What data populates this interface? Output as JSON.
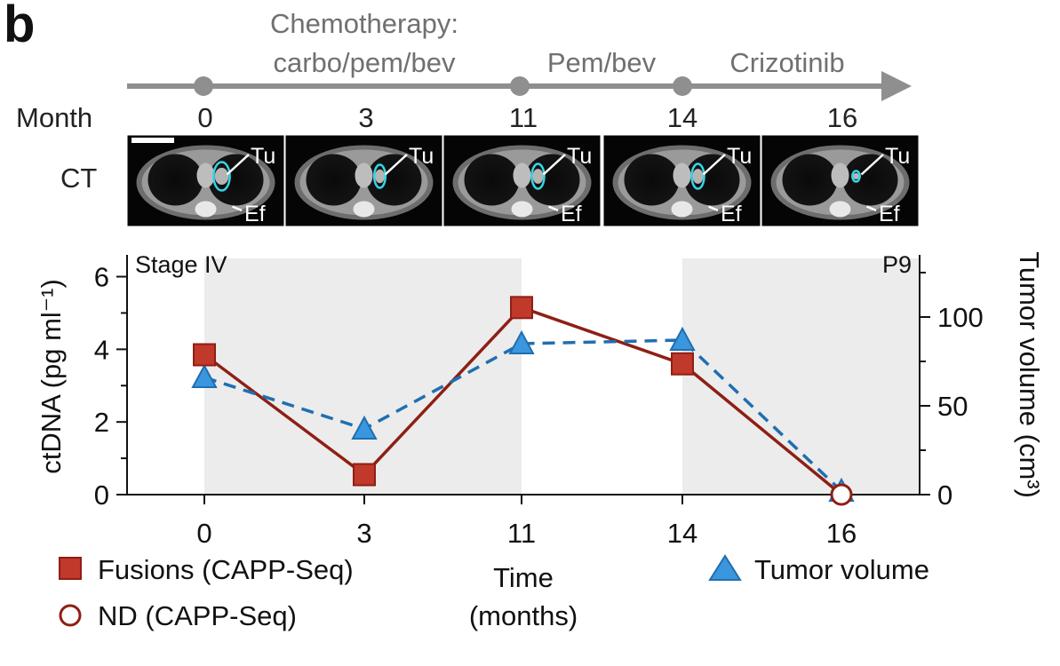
{
  "panel_label": "b",
  "timeline": {
    "therapies": [
      {
        "line1": "Chemotherapy:",
        "line2": "carbo/pem/bev"
      },
      {
        "line1": "Pem/bev"
      },
      {
        "line1": "Crizotinib"
      }
    ],
    "month_label": "Month",
    "months": [
      "0",
      "3",
      "11",
      "14",
      "16"
    ]
  },
  "ct": {
    "row_label": "CT",
    "tumor_label": "Tu",
    "effusion_label": "Ef"
  },
  "colors": {
    "fusions": "#c0392b",
    "fusions_dark": "#8e1f15",
    "tumor": "#1f6fb0",
    "triangle_fill": "#3a96dd",
    "shade": "#ececec",
    "timeline_gray": "#8f8f8f",
    "ct_circle": "#35d6e6"
  },
  "chart_data": {
    "type": "line",
    "title": "",
    "stage_label": "Stage IV",
    "patient_label": "P9",
    "x_tick_labels": [
      "0",
      "3",
      "11",
      "14",
      "16"
    ],
    "xlabel_line1": "Time",
    "xlabel_line2": "(months)",
    "ylabel": "ctDNA (pg ml⁻¹)",
    "y2label": "Tumor volume (cm³)",
    "ylim": [
      0,
      6.6
    ],
    "y_ticks": [
      0,
      2,
      4,
      6
    ],
    "y2lim": [
      0,
      135
    ],
    "y2_ticks": [
      0,
      50,
      100
    ],
    "shaded_intervals": [
      [
        "0",
        "11"
      ],
      [
        "14",
        "16"
      ]
    ],
    "series": [
      {
        "name": "Fusions (CAPP-Seq)",
        "axis": "left",
        "style": "solid",
        "x": [
          "0",
          "3",
          "11",
          "14",
          "16"
        ],
        "values": [
          3.85,
          0.55,
          5.15,
          3.6,
          0.0
        ],
        "markers": [
          "square",
          "square",
          "square",
          "square",
          "open-circle"
        ]
      },
      {
        "name": "Tumor volume",
        "axis": "right",
        "style": "dashed",
        "x": [
          "0",
          "3",
          "11",
          "14",
          "16"
        ],
        "values": [
          66,
          37,
          85,
          87,
          2
        ],
        "markers": [
          "triangle",
          "triangle",
          "triangle",
          "triangle",
          "triangle"
        ]
      }
    ],
    "legend": [
      {
        "label": "Fusions (CAPP-Seq)",
        "marker": "square"
      },
      {
        "label": "ND (CAPP-Seq)",
        "marker": "open-circle"
      },
      {
        "label": "Tumor volume",
        "marker": "triangle"
      }
    ]
  }
}
